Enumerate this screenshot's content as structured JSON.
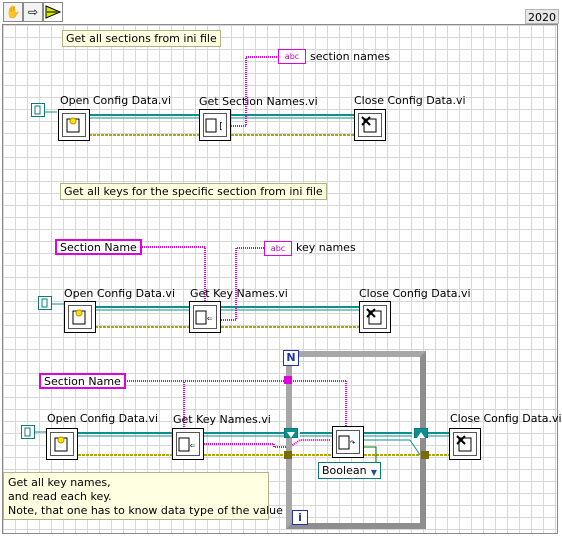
{
  "toolbar": {
    "hand_tool_icon": "hand-icon",
    "arrow_tool_icon": "arrow-icon",
    "run_icon": "run-arrow-icon",
    "version": "2020"
  },
  "diagram": {
    "section1": {
      "comment": "Get all sections from ini file",
      "open_label": "Open Config Data.vi",
      "get_label": "Get Section Names.vi",
      "close_label": "Close Config Data.vi",
      "indicator_label": "section names"
    },
    "section2": {
      "comment": "Get all keys for the specific section from ini file",
      "constant": "Section Name",
      "open_label": "Open Config Data.vi",
      "get_label": "Get Key Names.vi",
      "close_label": "Close Config Data.vi",
      "indicator_label": "key names"
    },
    "section3": {
      "constant": "Section Name",
      "open_label": "Open Config Data.vi",
      "get_label": "Get Key Names.vi",
      "close_label": "Close Config Data.vi",
      "loop_count": "N",
      "loop_index": "i",
      "type_selector": "Boolean",
      "comment": "Get all key names,\nand read each key.\nNote, that one has to know data type of the value"
    },
    "string_indicator_glyph": "abc",
    "wire_colors": {
      "string": "#e000e0",
      "refnum": "#0d8f8f",
      "error": "#b5a400",
      "boolean": "#008000"
    }
  }
}
